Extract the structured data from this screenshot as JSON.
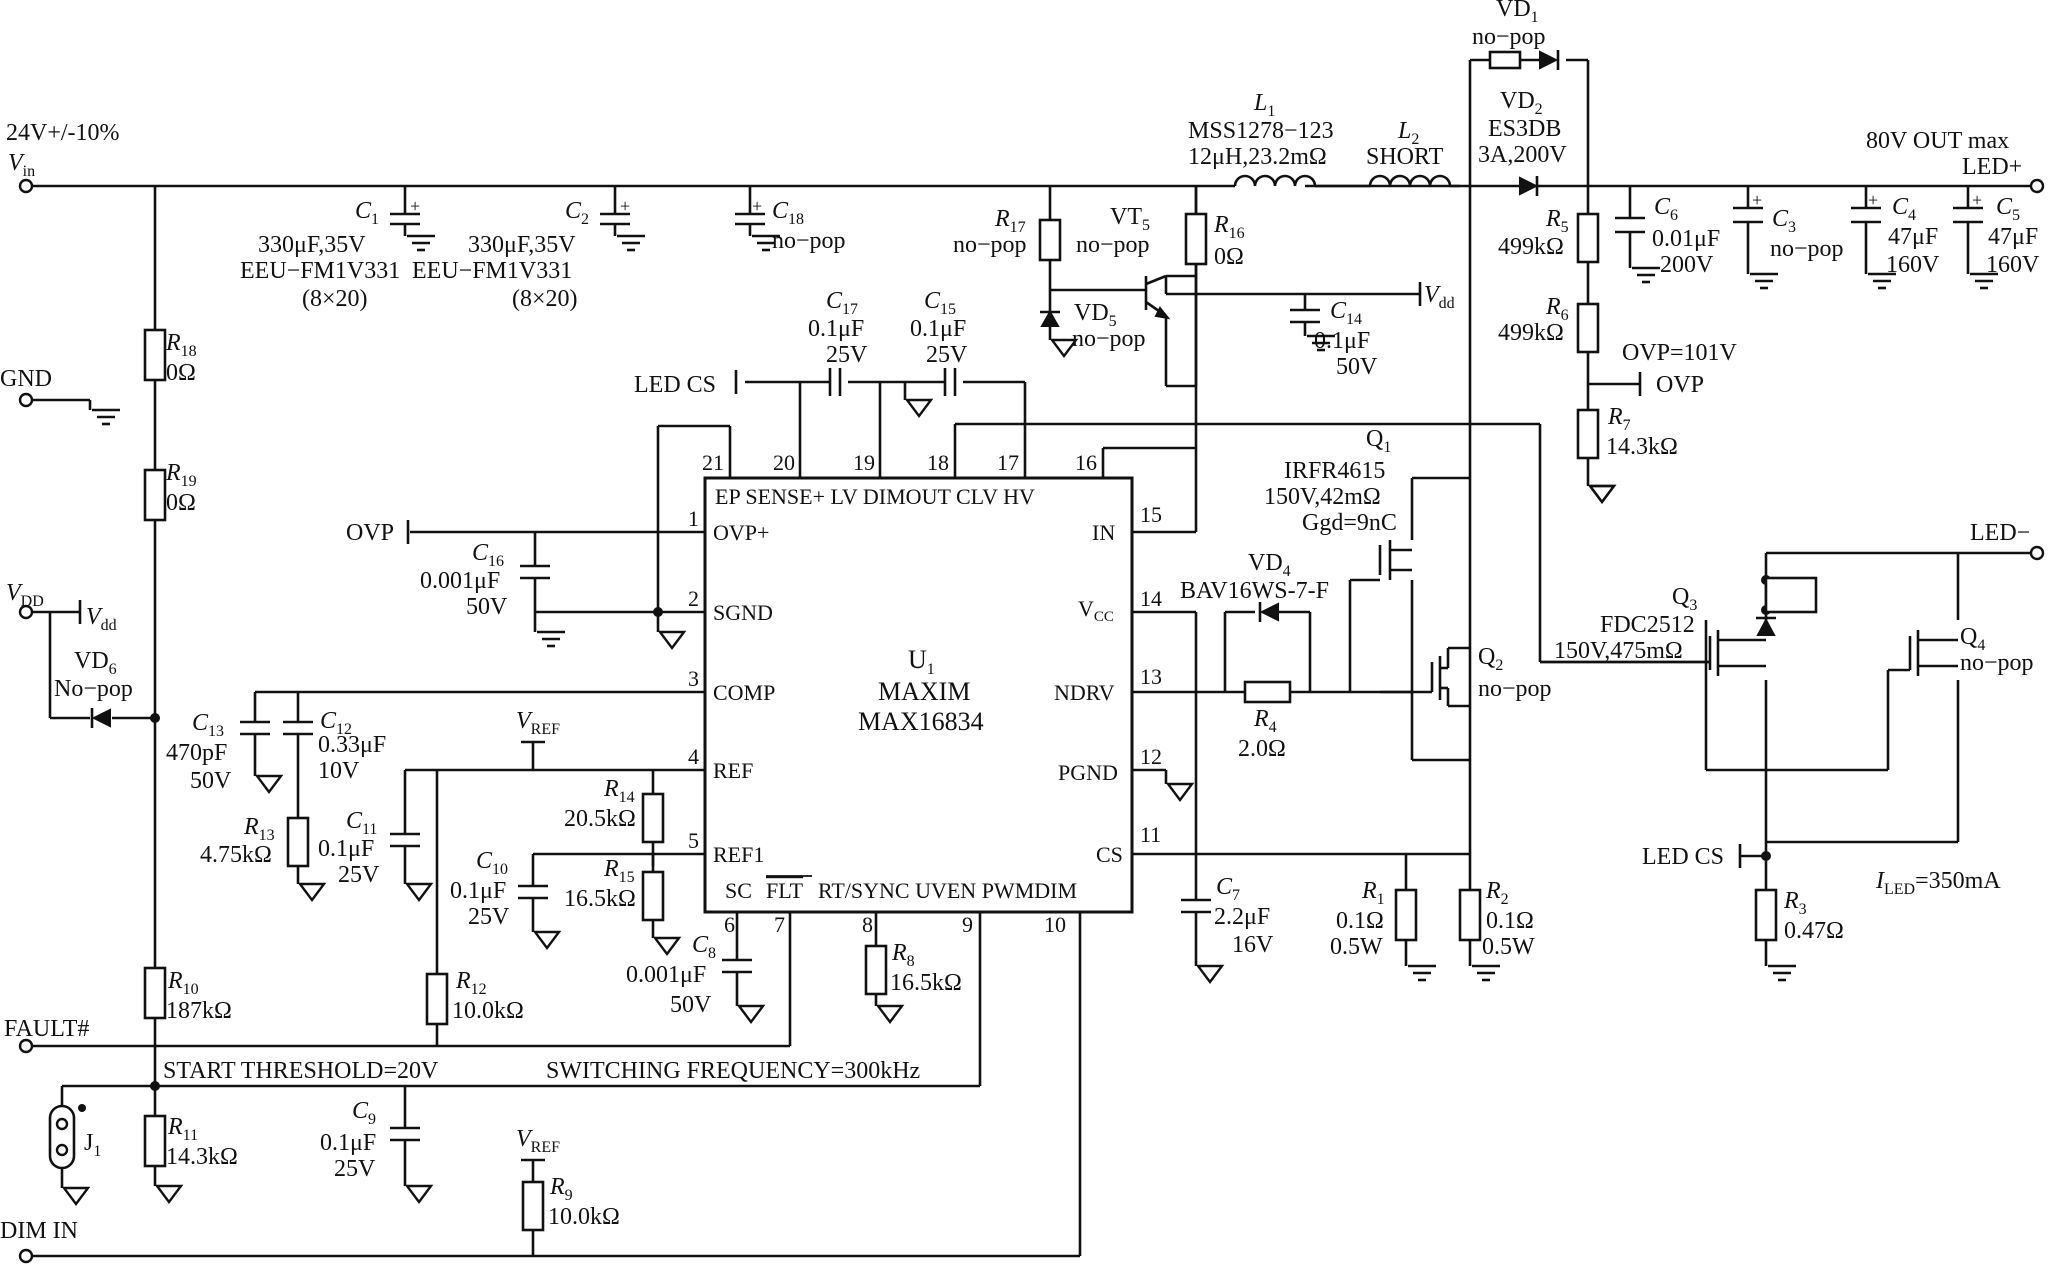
{
  "nets": {
    "vin_voltage": "24V+/-10%",
    "vin_label": "V",
    "vin_sub": "in",
    "gnd": "GND",
    "vdd_left": "V",
    "vdd_left_sub": "DD",
    "vdd_small": "V",
    "vdd_small_sub": "dd",
    "vdd_right": "V",
    "vdd_right_sub": "dd",
    "fault": "FAULT#",
    "dim_in": "DIM IN",
    "out_max": "80V OUT max",
    "led_plus": "LED+",
    "led_minus": "LED−",
    "led_cs_top": "LED CS",
    "led_cs_right": "LED CS",
    "ovp_left": "OVP",
    "ovp_right": "OVP",
    "ovp_level": "OVP=101V",
    "vref_1": "V",
    "vref_1_sub": "REF",
    "vref_2": "V",
    "vref_2_sub": "REF",
    "start_threshold": "START THRESHOLD=20V",
    "switching_freq": "SWITCHING FREQUENCY=300kHz",
    "iled_I": "I",
    "iled_sub": "LED",
    "iled_val": "=350mA"
  },
  "ic": {
    "ref": "U",
    "ref_sub": "1",
    "maker": "MAXIM",
    "part": "MAX16834",
    "top_pins": [
      "21",
      "20",
      "19",
      "18",
      "17",
      "16"
    ],
    "top_pin_names": "EP SENSE+  LV  DIMOUT CLV  HV",
    "left_pins": [
      {
        "num": "1",
        "name": "OVP+"
      },
      {
        "num": "2",
        "name": "SGND"
      },
      {
        "num": "3",
        "name": "COMP"
      },
      {
        "num": "4",
        "name": "REF"
      },
      {
        "num": "5",
        "name": "REF1"
      }
    ],
    "right_pins": [
      {
        "num": "15",
        "name": "IN"
      },
      {
        "num": "14",
        "name": "V",
        "sub": "CC"
      },
      {
        "num": "13",
        "name": "NDRV"
      },
      {
        "num": "12",
        "name": "PGND"
      },
      {
        "num": "11",
        "name": "CS"
      }
    ],
    "bottom_names": {
      "sc": "SC",
      "flt": "FLT",
      "rest": "RT/SYNC UVEN PWMDIM"
    },
    "bottom_pins": [
      "6",
      "7",
      "8",
      "9",
      "10"
    ]
  },
  "parts": {
    "C1": {
      "ref": "C",
      "sub": "1",
      "v1": "330μF,35V",
      "v2": "EEU−FM1V331",
      "v3": "(8×20)"
    },
    "C2": {
      "ref": "C",
      "sub": "2",
      "v1": "330μF,35V",
      "v2": "EEU−FM1V331",
      "v3": "(8×20)"
    },
    "C18": {
      "ref": "C",
      "sub": "18",
      "v1": "no−pop"
    },
    "R17": {
      "ref": "R",
      "sub": "17",
      "v1": "no−pop"
    },
    "VT5": {
      "ref": "VT",
      "sub": "5",
      "v1": "no−pop"
    },
    "R16": {
      "ref": "R",
      "sub": "16",
      "v1": "0Ω"
    },
    "L1": {
      "ref": "L",
      "sub": "1",
      "v1": "MSS1278−123",
      "v2": "12μH,23.2mΩ"
    },
    "L2": {
      "ref": "L",
      "sub": "2",
      "v1": "SHORT"
    },
    "VD1": {
      "ref": "VD",
      "sub": "1",
      "v1": "no−pop"
    },
    "VD2": {
      "ref": "VD",
      "sub": "2",
      "v1": "ES3DB",
      "v2": "3A,200V"
    },
    "C14": {
      "ref": "C",
      "sub": "14",
      "v1": "0.1μF",
      "v2": "50V"
    },
    "VD5": {
      "ref": "VD",
      "sub": "5",
      "v1": "no−pop"
    },
    "C17": {
      "ref": "C",
      "sub": "17",
      "v1": "0.1μF",
      "v2": "25V"
    },
    "C15": {
      "ref": "C",
      "sub": "15",
      "v1": "0.1μF",
      "v2": "25V"
    },
    "R5": {
      "ref": "R",
      "sub": "5",
      "v1": "499kΩ"
    },
    "R6": {
      "ref": "R",
      "sub": "6",
      "v1": "499kΩ"
    },
    "R7": {
      "ref": "R",
      "sub": "7",
      "v1": "14.3kΩ"
    },
    "C6": {
      "ref": "C",
      "sub": "6",
      "v1": "0.01μF",
      "v2": "200V"
    },
    "C3": {
      "ref": "C",
      "sub": "3",
      "v1": "no−pop"
    },
    "C4": {
      "ref": "C",
      "sub": "4",
      "v1": "47μF",
      "v2": "160V"
    },
    "C5": {
      "ref": "C",
      "sub": "5",
      "v1": "47μF",
      "v2": "160V"
    },
    "Q1": {
      "ref": "Q",
      "sub": "1",
      "v1": "IRFR4615",
      "v2": "150V,42mΩ",
      "v3": "Ggd=9nC"
    },
    "VD4": {
      "ref": "VD",
      "sub": "4",
      "v1": "BAV16WS-7-F"
    },
    "R4": {
      "ref": "R",
      "sub": "4",
      "v1": "2.0Ω"
    },
    "Q2": {
      "ref": "Q",
      "sub": "2",
      "v1": "no−pop"
    },
    "Q3": {
      "ref": "Q",
      "sub": "3",
      "v1": "FDC2512",
      "v2": "150V,475mΩ"
    },
    "Q4": {
      "ref": "Q",
      "sub": "4",
      "v1": "no−pop"
    },
    "R3": {
      "ref": "R",
      "sub": "3",
      "v1": "0.47Ω"
    },
    "R1": {
      "ref": "R",
      "sub": "1",
      "v1": "0.1Ω",
      "v2": "0.5W"
    },
    "R2": {
      "ref": "R",
      "sub": "2",
      "v1": "0.1Ω",
      "v2": "0.5W"
    },
    "C7": {
      "ref": "C",
      "sub": "7",
      "v1": "2.2μF",
      "v2": "16V"
    },
    "C16": {
      "ref": "C",
      "sub": "16",
      "v1": "0.001μF",
      "v2": "50V"
    },
    "R18": {
      "ref": "R",
      "sub": "18",
      "v1": "0Ω"
    },
    "R19": {
      "ref": "R",
      "sub": "19",
      "v1": "0Ω"
    },
    "VD6": {
      "ref": "VD",
      "sub": "6",
      "v1": "No−pop"
    },
    "C13": {
      "ref": "C",
      "sub": "13",
      "v1": "470pF",
      "v2": "50V"
    },
    "C12": {
      "ref": "C",
      "sub": "12",
      "v1": "0.33μF",
      "v2": "10V"
    },
    "R13": {
      "ref": "R",
      "sub": "13",
      "v1": "4.75kΩ"
    },
    "C11": {
      "ref": "C",
      "sub": "11",
      "v1": "0.1μF",
      "v2": "25V"
    },
    "R14": {
      "ref": "R",
      "sub": "14",
      "v1": "20.5kΩ"
    },
    "R15": {
      "ref": "R",
      "sub": "15",
      "v1": "16.5kΩ"
    },
    "C10": {
      "ref": "C",
      "sub": "10",
      "v1": "0.1μF",
      "v2": "25V"
    },
    "C8": {
      "ref": "C",
      "sub": "8",
      "v1": "0.001μF",
      "v2": "50V"
    },
    "R8": {
      "ref": "R",
      "sub": "8",
      "v1": "16.5kΩ"
    },
    "R10": {
      "ref": "R",
      "sub": "10",
      "v1": "187kΩ"
    },
    "R12": {
      "ref": "R",
      "sub": "12",
      "v1": "10.0kΩ"
    },
    "R11": {
      "ref": "R",
      "sub": "11",
      "v1": "14.3kΩ"
    },
    "C9": {
      "ref": "C",
      "sub": "9",
      "v1": "0.1μF",
      "v2": "25V"
    },
    "R9": {
      "ref": "R",
      "sub": "9",
      "v1": "10.0kΩ"
    },
    "J1": {
      "ref": "J",
      "sub": "1"
    }
  }
}
